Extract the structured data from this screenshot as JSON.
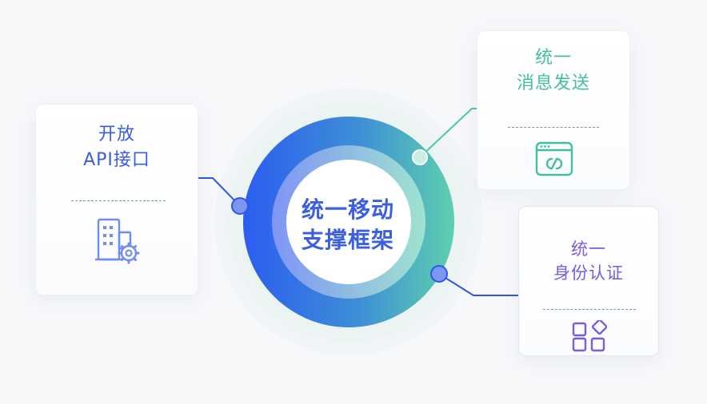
{
  "center": {
    "line1": "统一移动",
    "line2": "支撑框架"
  },
  "nodes": {
    "api": {
      "line1": "开放",
      "line2": "API接口",
      "icon": "building-gear-icon"
    },
    "messaging": {
      "line1": "统一",
      "line2": "消息发送",
      "icon": "browser-link-icon"
    },
    "auth": {
      "line1": "统一",
      "line2": "身份认证",
      "icon": "apps-grid-icon"
    }
  },
  "colors": {
    "blue": "#3a5ce3",
    "teal": "#41c0a0",
    "purple": "#7a5ce0"
  }
}
